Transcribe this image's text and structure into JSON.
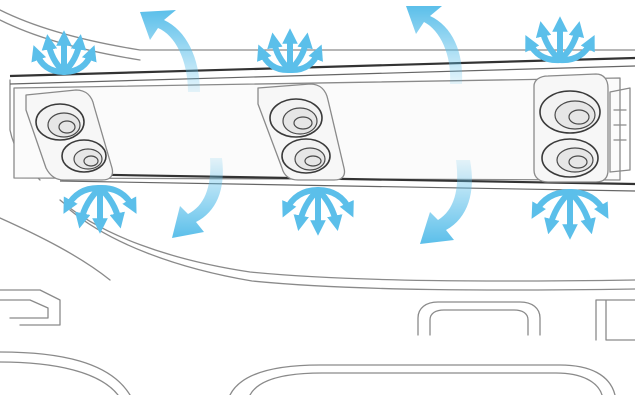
{
  "diagram": {
    "colors": {
      "airflow": "#5bbfea",
      "airflow_light": "#b9e3f6",
      "outline": "#8a8a8a",
      "rail": "#333333",
      "nozzle": "#3a3a3a",
      "background": "#ffffff"
    },
    "vent_units": [
      {
        "name": "left",
        "nozzles": 2
      },
      {
        "name": "center",
        "nozzles": 2
      },
      {
        "name": "right",
        "nozzles": 2
      }
    ],
    "airflow_arrows": {
      "large_up": 2,
      "large_down": 2,
      "fan_clusters": 6
    },
    "text": {}
  }
}
